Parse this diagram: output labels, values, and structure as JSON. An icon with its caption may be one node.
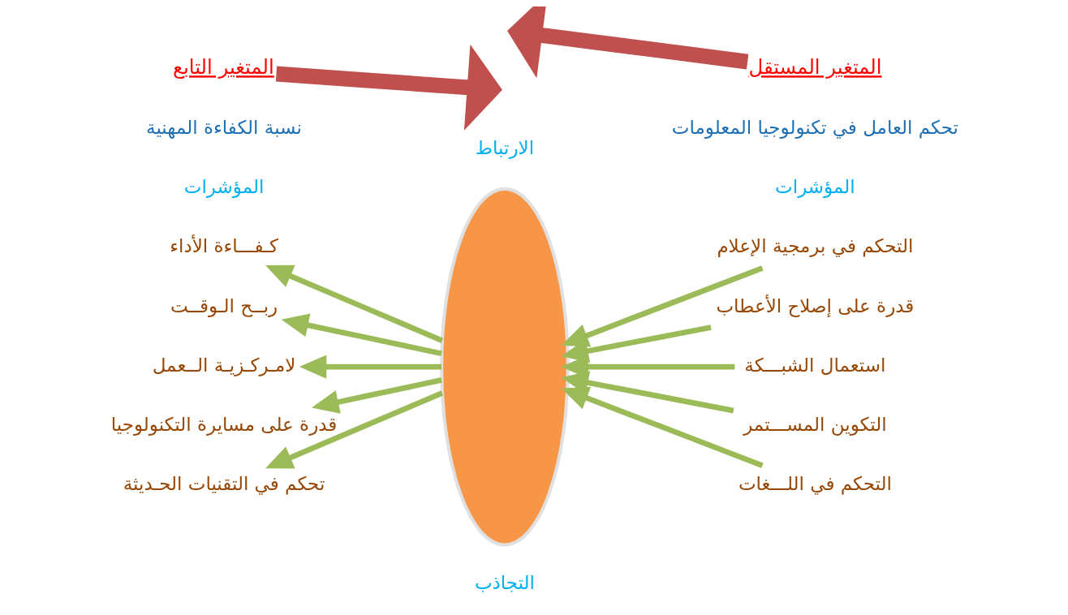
{
  "diagram": {
    "nodes": [
      {
        "text": [
          "المتغير المستقل"
        ]
      },
      {
        "text": [
          "المتغير التابع"
        ]
      },
      {
        "text": [
          "التحكم في برمجية الإعلام"
        ]
      },
      {
        "text": [
          "قدرة على إصلاح الأعطاب"
        ]
      },
      {
        "text": [
          "استعمال الشبـــكة"
        ]
      },
      {
        "text": [
          "التكوين المســـتمر"
        ]
      },
      {
        "text": [
          "التحكم في اللـــغات"
        ]
      },
      {
        "text": [],
        "shape": "ellipse"
      },
      {
        "text": [
          "كـفـــاءة الأداء"
        ]
      },
      {
        "text": [
          "ربــح الـوقــت"
        ]
      },
      {
        "text": [
          "لامـركـزيـة الــعمل"
        ]
      },
      {
        "text": [
          "قدرة على مسايرة التكنولوجيا"
        ]
      },
      {
        "text": [
          "تحكم في التقنيات الحـديثة"
        ]
      }
    ],
    "edges": [
      {
        "from": 0,
        "to": null,
        "arrow": "to",
        "style": "thick",
        "color": "#c0504d"
      },
      {
        "from": 1,
        "to": null,
        "arrow": "to",
        "style": "thick",
        "color": "#c0504d"
      },
      {
        "from": 2,
        "to": 7,
        "arrow": "to"
      },
      {
        "from": 3,
        "to": 7,
        "arrow": "to"
      },
      {
        "from": 4,
        "to": 7,
        "arrow": "to"
      },
      {
        "from": 5,
        "to": 7,
        "arrow": "to"
      },
      {
        "from": 6,
        "to": 7,
        "arrow": "to"
      },
      {
        "from": 7,
        "to": 8,
        "arrow": "to"
      },
      {
        "from": 7,
        "to": 9,
        "arrow": "to"
      },
      {
        "from": 7,
        "to": 10,
        "arrow": "to"
      },
      {
        "from": 7,
        "to": 11,
        "arrow": "to"
      },
      {
        "from": 7,
        "to": 12,
        "arrow": "to"
      }
    ],
    "labels": [
      "تحكم العامل في تكنولوجيا المعلومات",
      "نسبة الكفاءة المهنية",
      "المؤشرات",
      "الارتباط",
      "المؤشرات",
      "التجاذب"
    ]
  }
}
